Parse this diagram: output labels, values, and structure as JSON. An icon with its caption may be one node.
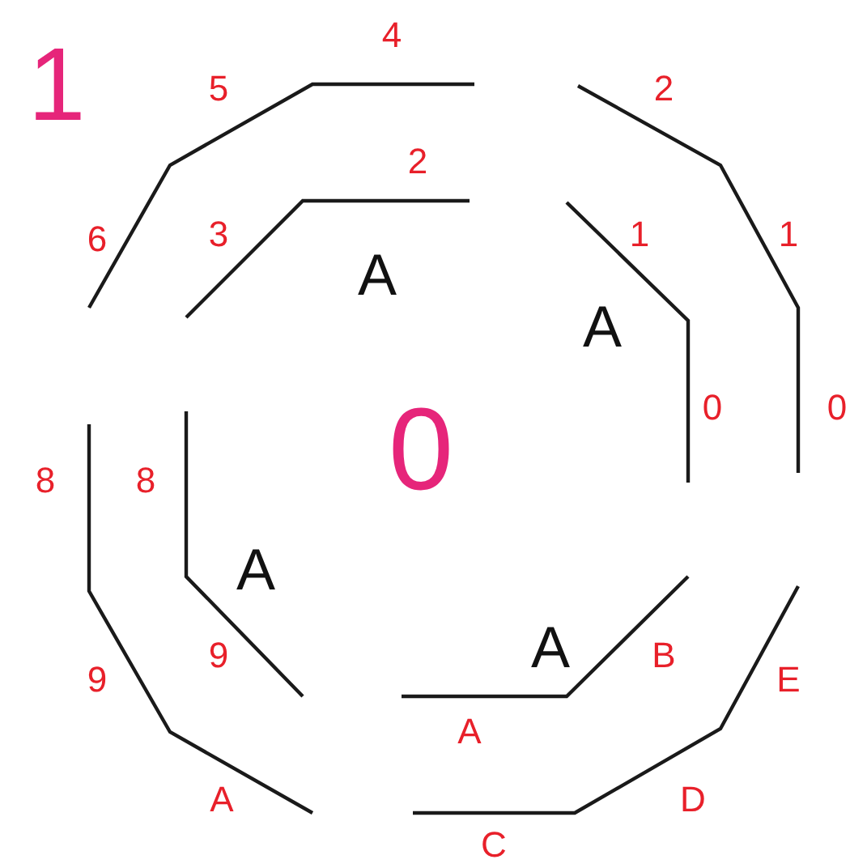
{
  "diagram": {
    "labels": [
      "1",
      "4",
      "2",
      "5",
      "2",
      "6",
      "3",
      "1",
      "1",
      "A",
      "A",
      "0",
      "0",
      "0",
      "8",
      "8",
      "A",
      "A",
      "9",
      "B",
      "E",
      "9",
      "A",
      "D",
      "A",
      "C"
    ]
  }
}
